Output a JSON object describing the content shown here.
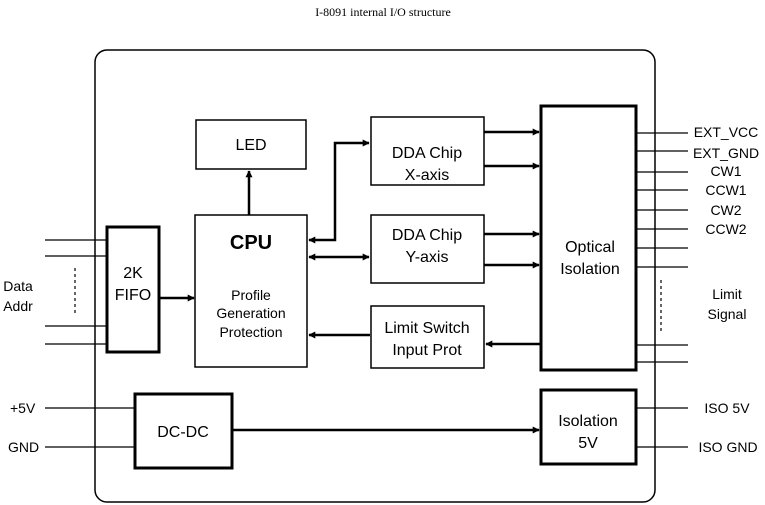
{
  "title": "I-8091 internal I/O structure",
  "blocks": {
    "led": "LED",
    "cpu": "CPU",
    "cpu_functions": [
      "Profile",
      "Generation",
      "Protection"
    ],
    "fifo": [
      "2K",
      "FIFO"
    ],
    "dda_x": [
      "DDA Chip",
      "X-axis"
    ],
    "dda_y": [
      "DDA Chip",
      "Y-axis"
    ],
    "limit_switch": [
      "Limit Switch",
      "Input Prot"
    ],
    "optical_isolation": [
      "Optical",
      "Isolation"
    ],
    "dcdc": "DC-DC",
    "isolation_5v": [
      "Isolation",
      "5V"
    ]
  },
  "left_signals": {
    "data": "Data",
    "addr": "Addr",
    "plus5v": "+5V",
    "gnd": "GND"
  },
  "right_signals": {
    "outputs": [
      "EXT_VCC",
      "EXT_GND",
      "CW1",
      "CCW1",
      "CW2",
      "CCW2"
    ],
    "limit": [
      "Limit",
      "Signal"
    ],
    "iso5v": "ISO 5V",
    "isognd": "ISO GND"
  }
}
